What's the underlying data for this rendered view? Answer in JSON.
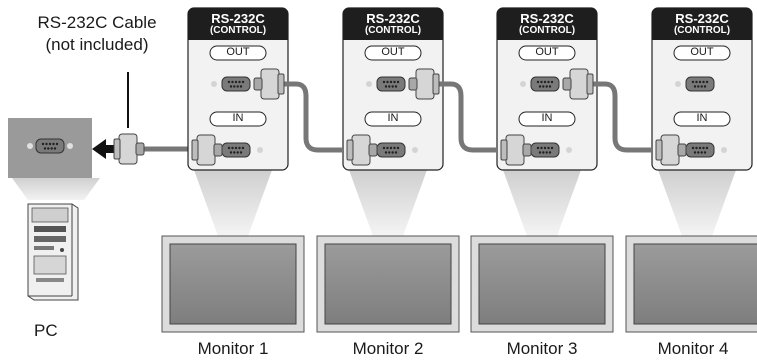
{
  "cable": {
    "line1": "RS-232C Cable",
    "line2": "(not included)"
  },
  "pc": {
    "label": "PC"
  },
  "panels": [
    {
      "title": "RS-232C",
      "subtitle": "(CONTROL)",
      "out_label": "OUT",
      "in_label": "IN",
      "monitor_label": "Monitor 1"
    },
    {
      "title": "RS-232C",
      "subtitle": "(CONTROL)",
      "out_label": "OUT",
      "in_label": "IN",
      "monitor_label": "Monitor 2"
    },
    {
      "title": "RS-232C",
      "subtitle": "(CONTROL)",
      "out_label": "OUT",
      "in_label": "IN",
      "monitor_label": "Monitor 3"
    },
    {
      "title": "RS-232C",
      "subtitle": "(CONTROL)",
      "out_label": "OUT",
      "in_label": "IN",
      "monitor_label": "Monitor 4"
    }
  ],
  "colors": {
    "panel_header": "#1e1e1e",
    "panel_body": "#f2f2f2",
    "pc_box": "#9a9a9a",
    "cable": "#777777",
    "monitor_frame": "#d8d8d8",
    "monitor_screen": "#8f8f8f",
    "beam": "#e2e2e2"
  }
}
